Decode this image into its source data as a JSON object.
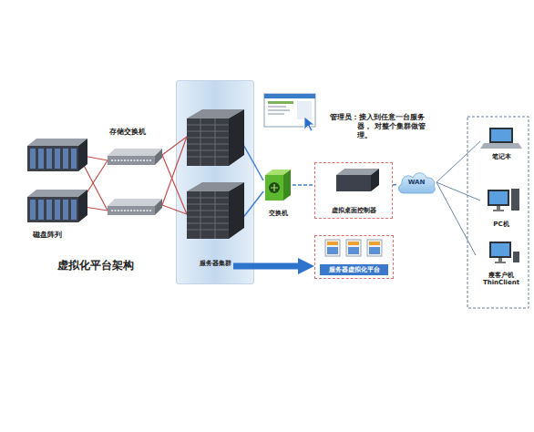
{
  "diagram": {
    "title": "虚拟化平台架构",
    "nodes": [
      {
        "text": [
          "服务器集群"
        ]
      },
      {
        "text": [
          "交换机"
        ]
      },
      {
        "text": [
          "虚拟桌面控制器"
        ]
      },
      {
        "text": [
          "服务器虚拟化平台"
        ]
      },
      {
        "text": [
          "WAN"
        ]
      },
      {
        "text": [
          "笔记本"
        ]
      },
      {
        "text": [
          "PC机"
        ]
      },
      {
        "text": [
          "瘦客户机 ThinClient"
        ]
      }
    ],
    "edges": [
      {
        "from": 0,
        "to": 1,
        "arrow": "none"
      },
      {
        "from": 0,
        "to": 1,
        "arrow": "none"
      },
      {
        "from": 1,
        "to": 2,
        "arrow": "none"
      },
      {
        "from": 2,
        "to": 4,
        "arrow": "none"
      },
      {
        "from": 4,
        "to": 5,
        "arrow": "none"
      },
      {
        "from": 4,
        "to": 6,
        "arrow": "none"
      },
      {
        "from": 4,
        "to": 7,
        "arrow": "none"
      },
      {
        "from": 0,
        "to": 3,
        "arrow": "to"
      }
    ],
    "labels": [
      "存储交换机",
      "磁盘阵列",
      "管理员：接入到任意一台服务器， 对整个集群做管理。"
    ]
  }
}
